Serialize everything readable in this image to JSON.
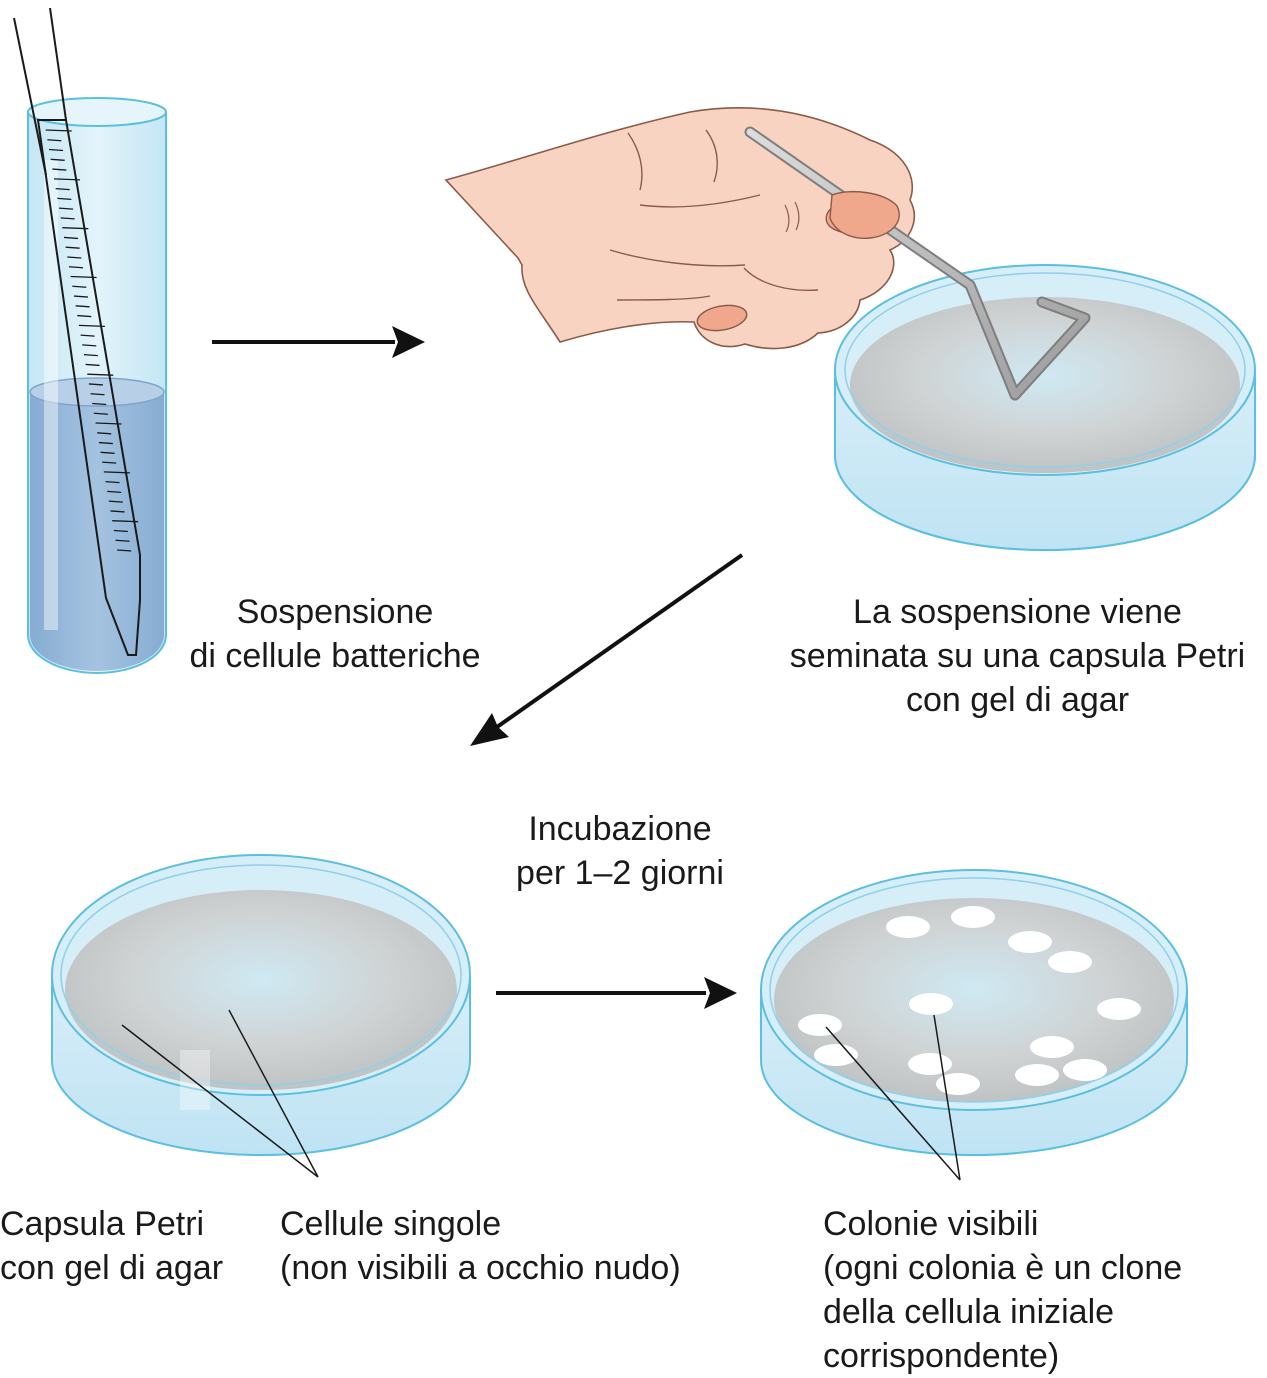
{
  "labels": {
    "suspension": [
      "Sospensione",
      "di cellule batteriche"
    ],
    "seeded": [
      "La sospensione viene",
      "seminata su una capsula Petri",
      "con gel di agar"
    ],
    "incubation": [
      "Incubazione",
      "per 1–2 giorni"
    ],
    "petri": [
      "Capsula Petri",
      "con gel di agar"
    ],
    "single_cells": [
      "Cellule singole",
      "(non visibili a occhio nudo)"
    ],
    "colonies": [
      "Colonie visibili",
      "(ogni colonia è un clone",
      "della cellula iniziale",
      "corrispondente)"
    ]
  },
  "icons": [
    "test-tube-icon",
    "pipette-icon",
    "hand-icon",
    "spreader-icon",
    "petri-dish-icon",
    "bacterial-colony-icon",
    "arrow-icon"
  ],
  "colors": {
    "glass": "#cfeaf6",
    "glass_edge": "#5bbfe0",
    "liquid": "#8fb3d6",
    "agar": "#c9cccd",
    "agar_glow": "#cfe9f3",
    "skin": "#f9d3c1",
    "skin_line": "#8a5a4a",
    "nail": "#f0a88c",
    "metal": "#b9b9b9",
    "colony": "#ffffff",
    "arrow": "#111111"
  }
}
